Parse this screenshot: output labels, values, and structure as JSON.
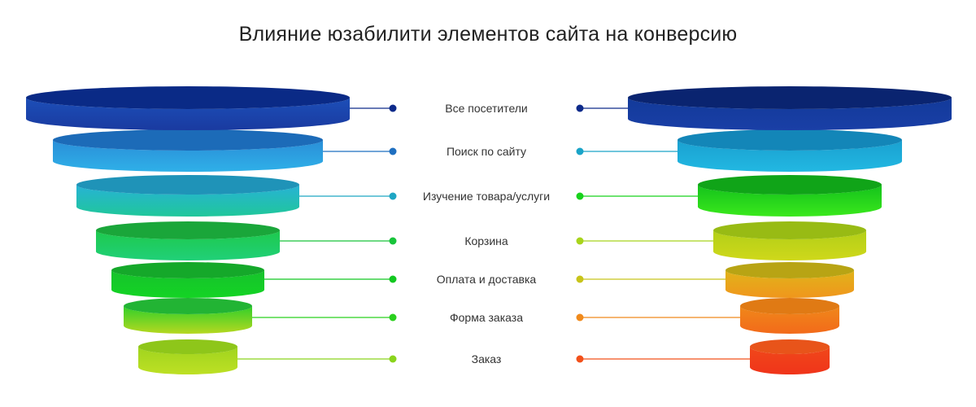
{
  "title": "Влияние юзабилити элементов сайта на конверсию",
  "stages": [
    {
      "label": "Все посетители",
      "left_color": "#0d2a8a",
      "right_color": "#0d2a8a"
    },
    {
      "label": "Поиск по сайту",
      "left_color": "#1f6fc0",
      "right_color": "#1aa4c8"
    },
    {
      "label": "Изучение товара/услуги",
      "left_color": "#1fa6c4",
      "right_color": "#18d21c"
    },
    {
      "label": "Корзина",
      "left_color": "#18c43a",
      "right_color": "#a8d41c"
    },
    {
      "label": "Оплата и доставка",
      "left_color": "#12c820",
      "right_color": "#c8c41a"
    },
    {
      "label": "Форма заказа",
      "left_color": "#2ad01e",
      "right_color": "#f08a1c"
    },
    {
      "label": "Заказ",
      "left_color": "#8ad41c",
      "right_color": "#f2501a"
    }
  ],
  "left_funnel": {
    "description_key": "left",
    "discs": [
      {
        "top": "#0a2a86",
        "side_top": "#1c4fb8",
        "side_bottom": "#1a3aa0"
      },
      {
        "top": "#1c6bb8",
        "side_top": "#2a8ed8",
        "side_bottom": "#2fb0e8"
      },
      {
        "top": "#1f93b8",
        "side_top": "#27b2d6",
        "side_bottom": "#20c79a"
      },
      {
        "top": "#1aa63a",
        "side_top": "#1ec94c",
        "side_bottom": "#20d078"
      },
      {
        "top": "#15a82a",
        "side_top": "#16c22c",
        "side_bottom": "#14d424"
      },
      {
        "top": "#22b434",
        "side_top": "#2fcf2a",
        "side_bottom": "#b6d820"
      },
      {
        "top": "#8ec61a",
        "side_top": "#a0d41e",
        "side_bottom": "#bde024"
      }
    ]
  },
  "right_funnel": {
    "description_key": "right",
    "discs": [
      {
        "top": "#0a2470",
        "side_top": "#123a9a",
        "side_bottom": "#1a3fa6"
      },
      {
        "top": "#1386b8",
        "side_top": "#1aa0d0",
        "side_bottom": "#22b8e2"
      },
      {
        "top": "#10a418",
        "side_top": "#14c21c",
        "side_bottom": "#3ae81c"
      },
      {
        "top": "#98bb14",
        "side_top": "#b2cf18",
        "side_bottom": "#cfd81a"
      },
      {
        "top": "#b8a414",
        "side_top": "#e0b41a",
        "side_bottom": "#f0961c"
      },
      {
        "top": "#e07a14",
        "side_top": "#f0881a",
        "side_bottom": "#f26a1a"
      },
      {
        "top": "#e8541a",
        "side_top": "#f0481a",
        "side_bottom": "#f0341a"
      }
    ]
  }
}
